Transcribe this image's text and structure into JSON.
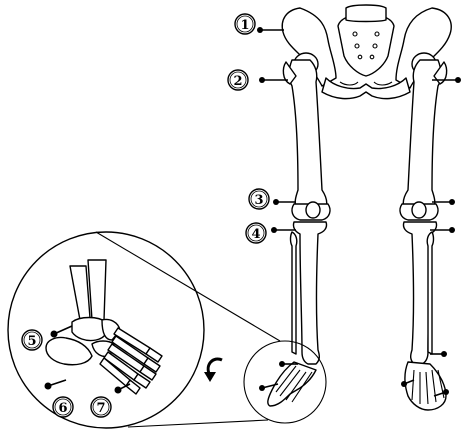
{
  "markers": [
    {
      "id": "1",
      "label": "1"
    },
    {
      "id": "2",
      "label": "2"
    },
    {
      "id": "3",
      "label": "3"
    },
    {
      "id": "4",
      "label": "4"
    },
    {
      "id": "5",
      "label": "5"
    },
    {
      "id": "6",
      "label": "6"
    },
    {
      "id": "7",
      "label": "7"
    }
  ],
  "icons": {
    "rotation": "curved-arrow-icon"
  },
  "colors": {
    "line": "#000000",
    "background": "#ffffff"
  }
}
